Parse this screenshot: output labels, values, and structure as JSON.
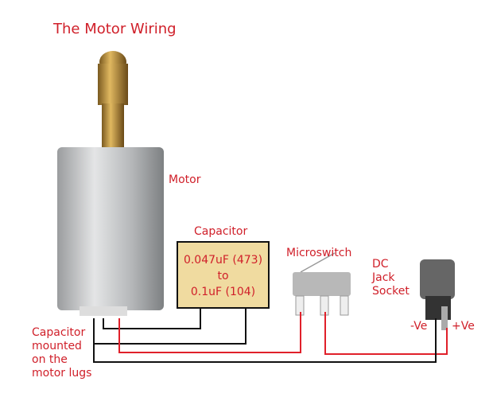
{
  "title": "The Motor Wiring",
  "labels": {
    "motor": "Motor",
    "capacitor": "Capacitor",
    "capacitor_value_1": "0.047uF (473)",
    "capacitor_value_2": "to",
    "capacitor_value_3": "0.1uF (104)",
    "microswitch": "Microswitch",
    "dc_jack_1": "DC",
    "dc_jack_2": "Jack",
    "dc_jack_3": "Socket",
    "neg": "-Ve",
    "pos": "+Ve",
    "cap_mounted_1": "Capacitor",
    "cap_mounted_2": "mounted",
    "cap_mounted_3": "on the",
    "cap_mounted_4": "motor lugs"
  },
  "colors": {
    "label": "#d0202a",
    "red_wire": "#e0202a",
    "black_wire": "#111111",
    "capacitor_fill": "#f0dba0"
  }
}
